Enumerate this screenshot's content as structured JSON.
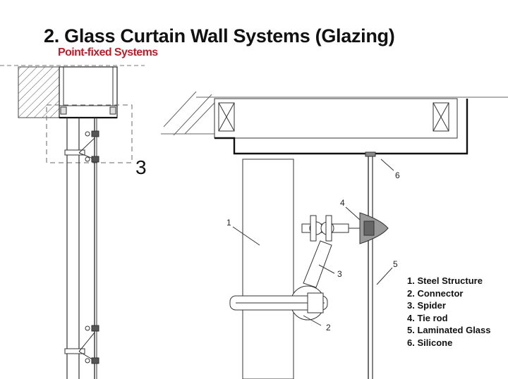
{
  "title": "2. Glass Curtain Wall Systems (Glazing)",
  "subtitle": "Point-fixed Systems",
  "detail_marker": "3",
  "callouts": [
    "1",
    "2",
    "3",
    "4",
    "5",
    "6"
  ],
  "legend": [
    "1. Steel Structure",
    "2. Connector",
    "3. Spider",
    "4. Tie rod",
    "5. Laminated Glass",
    "6. Silicone"
  ]
}
